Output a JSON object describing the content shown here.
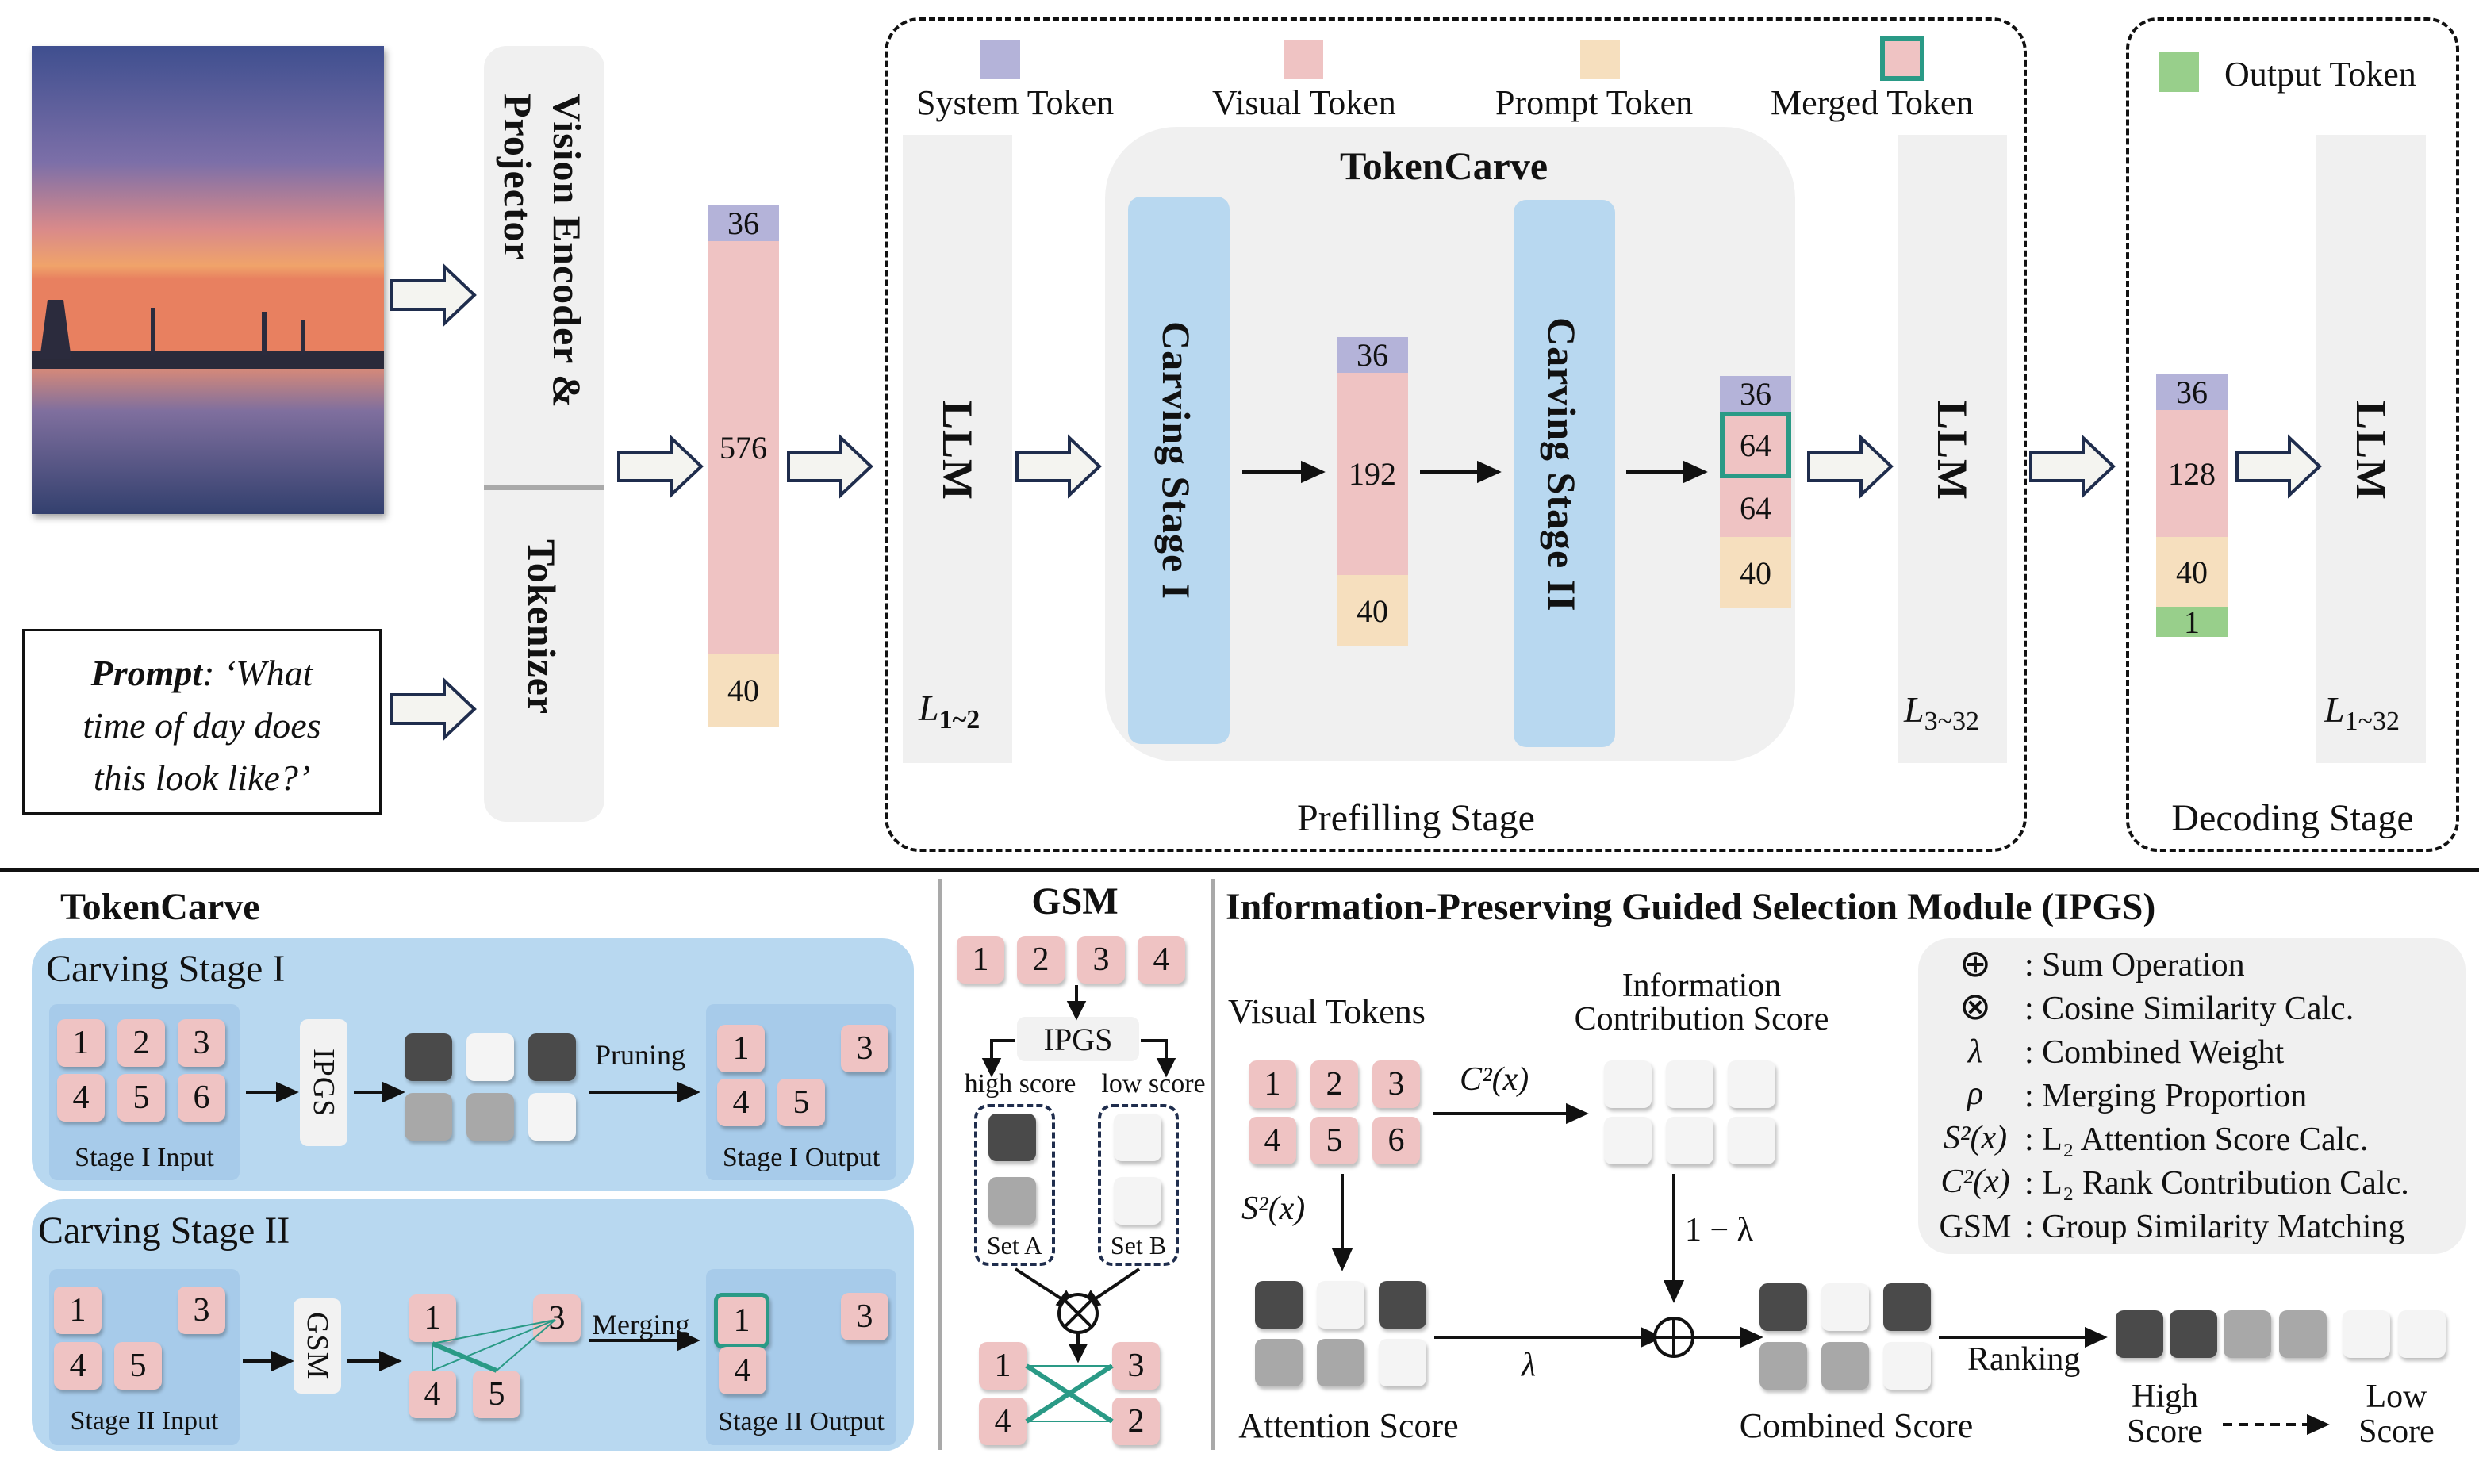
{
  "top": {
    "vision_encoder_label": "Vision Encoder & Projector",
    "tokenizer_label": "Tokenizer",
    "prompt": {
      "bold": "Prompt",
      "line1_rest": ": ‘What",
      "line2": "time of day does",
      "line3": "this look like?’"
    },
    "input_tokens": {
      "system": "36",
      "visual": "576",
      "prompt": "40"
    },
    "legend": {
      "system": "System Token",
      "visual": "Visual Token",
      "prompt": "Prompt Token",
      "merged": "Merged Token",
      "output": "Output Token"
    },
    "llm_label": "LLM",
    "llm1_layers": {
      "base": "L",
      "sub": "1~2"
    },
    "llm2_layers": {
      "base": "L",
      "sub": "3~32"
    },
    "llm3_layers": {
      "base": "L",
      "sub": "1~32"
    },
    "tokencarve_title": "TokenCarve",
    "stage1_label": "Carving Stage I",
    "stage2_label": "Carving Stage II",
    "mid_tokens": {
      "system": "36",
      "visual": "192",
      "prompt": "40"
    },
    "after_tokens": {
      "system": "36",
      "merged": "64",
      "visual": "64",
      "prompt": "40"
    },
    "decode_tokens": {
      "system": "36",
      "visual": "128",
      "prompt": "40",
      "output": "1"
    },
    "prefilling_label": "Prefilling Stage",
    "decoding_label": "Decoding Stage"
  },
  "bottom_left": {
    "title": "TokenCarve",
    "stage1": {
      "title": "Carving Stage I",
      "input_label": "Stage I Input",
      "ipgs": "IPGS",
      "pruning": "Pruning",
      "output_label": "Stage I Output",
      "input_tokens": [
        "1",
        "2",
        "3",
        "4",
        "5",
        "6"
      ],
      "output_tokens": [
        "1",
        "3",
        "4",
        "5"
      ]
    },
    "stage2": {
      "title": "Carving Stage II",
      "input_label": "Stage II Input",
      "gsm": "GSM",
      "merging": "Merging",
      "output_label": "Stage II Output",
      "input_tokens": [
        "1",
        "3",
        "4",
        "5"
      ],
      "mid_tokens": [
        "1",
        "3",
        "4",
        "5"
      ],
      "output_tokens": [
        "1",
        "3",
        "4"
      ]
    }
  },
  "gsm": {
    "title": "GSM",
    "tokens": [
      "1",
      "2",
      "3",
      "4"
    ],
    "ipgs": "IPGS",
    "high_score": "high score",
    "low_score": "low score",
    "set_a": "Set A",
    "set_b": "Set B",
    "bottom_tokens": [
      "1",
      "3",
      "4",
      "2"
    ]
  },
  "ipgs": {
    "title": "Information-Preserving Guided Selection Module (IPGS)",
    "visual_tokens_label": "Visual Tokens",
    "tokens": [
      "1",
      "2",
      "3",
      "4",
      "5",
      "6"
    ],
    "c2x": "C²(x)",
    "s2x": "S²(x)",
    "info_label_1": "Information",
    "info_label_2": "Contribution Score",
    "one_minus_lambda": "1 − λ",
    "lambda": "λ",
    "attention_label": "Attention Score",
    "combined_label": "Combined Score",
    "ranking": "Ranking",
    "high": "High",
    "low": "Low",
    "score": "Score",
    "legend": [
      {
        "sym": "⊕",
        "text": ": Sum Operation"
      },
      {
        "sym": "⊗",
        "text": ": Cosine Similarity Calc."
      },
      {
        "sym": "λ",
        "text": ": Combined Weight"
      },
      {
        "sym": "ρ",
        "text": ": Merging Proportion"
      },
      {
        "sym": "S²(x)",
        "text": ": L₂ Attention Score Calc."
      },
      {
        "sym": "C²(x)",
        "text": ": L₂ Rank Contribution Calc."
      },
      {
        "sym": "GSM",
        "text": ": Group Similarity Matching"
      }
    ]
  }
}
